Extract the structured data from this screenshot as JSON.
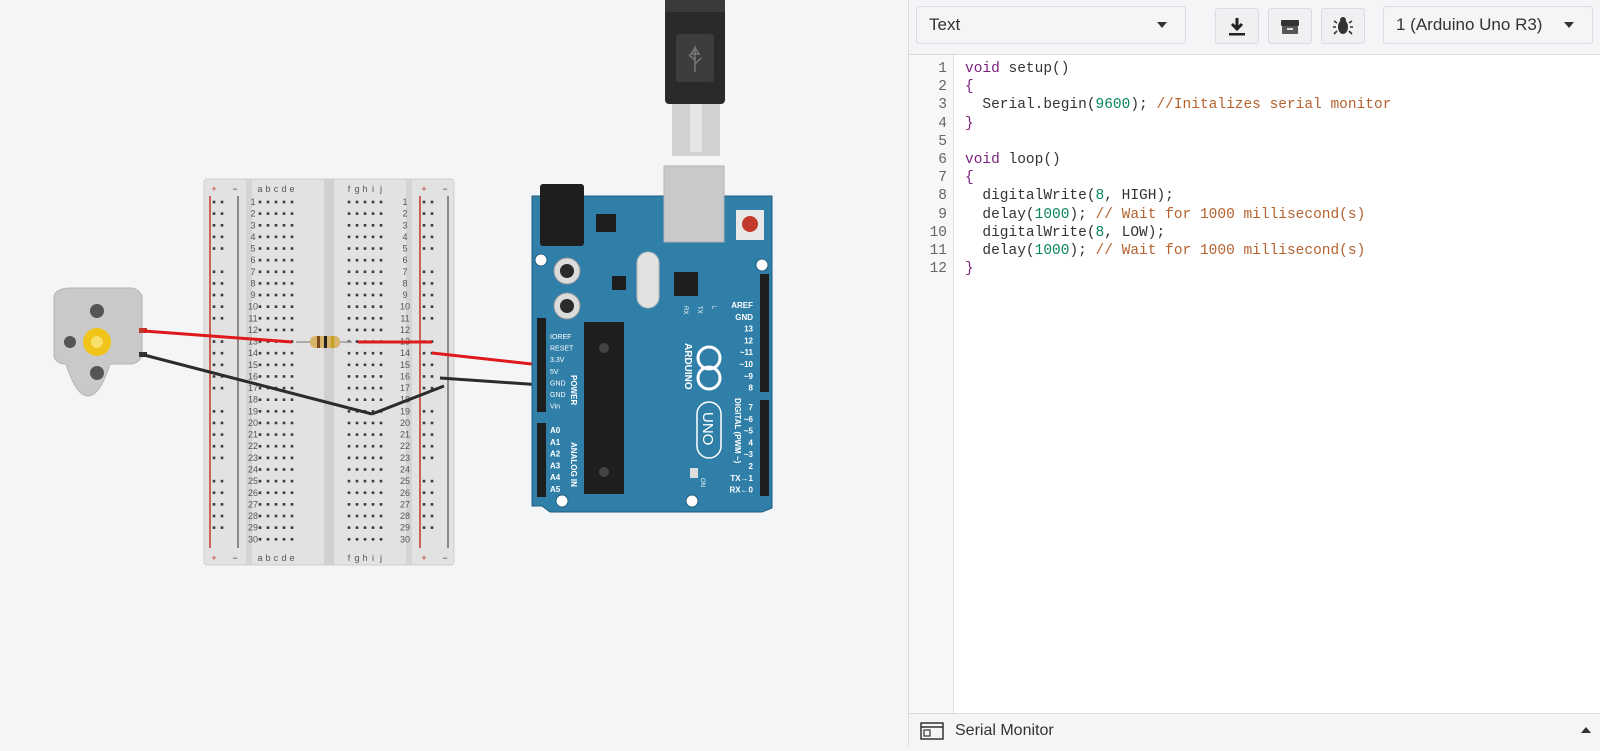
{
  "toolbar": {
    "mode_select": "Text",
    "download_icon": "download-icon",
    "libraries_icon": "library-icon",
    "debugger_icon": "bug-icon",
    "board_select": "1 (Arduino Uno R3)"
  },
  "code_lines": [
    {
      "n": "1",
      "tokens": [
        {
          "t": "void",
          "c": "kw"
        },
        {
          "t": " setup()",
          "c": ""
        }
      ]
    },
    {
      "n": "2",
      "tokens": [
        {
          "t": "{",
          "c": "kw"
        }
      ]
    },
    {
      "n": "3",
      "tokens": [
        {
          "t": "  Serial.begin(",
          "c": ""
        },
        {
          "t": "9600",
          "c": "num"
        },
        {
          "t": "); ",
          "c": ""
        },
        {
          "t": "//Initalizes serial monitor",
          "c": "cm"
        }
      ]
    },
    {
      "n": "4",
      "tokens": [
        {
          "t": "}",
          "c": "kw"
        }
      ]
    },
    {
      "n": "5",
      "tokens": []
    },
    {
      "n": "6",
      "tokens": [
        {
          "t": "void",
          "c": "kw"
        },
        {
          "t": " loop()",
          "c": ""
        }
      ]
    },
    {
      "n": "7",
      "tokens": [
        {
          "t": "{",
          "c": "kw"
        }
      ]
    },
    {
      "n": "8",
      "tokens": [
        {
          "t": "  digitalWrite(",
          "c": ""
        },
        {
          "t": "8",
          "c": "num"
        },
        {
          "t": ", HIGH);",
          "c": ""
        }
      ]
    },
    {
      "n": "9",
      "tokens": [
        {
          "t": "  delay(",
          "c": ""
        },
        {
          "t": "1000",
          "c": "num"
        },
        {
          "t": "); ",
          "c": ""
        },
        {
          "t": "// Wait for 1000 millisecond(s)",
          "c": "cm"
        }
      ]
    },
    {
      "n": "10",
      "tokens": [
        {
          "t": "  digitalWrite(",
          "c": ""
        },
        {
          "t": "8",
          "c": "num"
        },
        {
          "t": ", LOW);",
          "c": ""
        }
      ]
    },
    {
      "n": "11",
      "tokens": [
        {
          "t": "  delay(",
          "c": ""
        },
        {
          "t": "1000",
          "c": "num"
        },
        {
          "t": "); ",
          "c": ""
        },
        {
          "t": "// Wait for 1000 millisecond(s)",
          "c": "cm"
        }
      ]
    },
    {
      "n": "12",
      "tokens": [
        {
          "t": "}",
          "c": "kw"
        }
      ]
    }
  ],
  "serial_monitor": {
    "label": "Serial Monitor"
  },
  "breadboard": {
    "rail_plus": "+",
    "rail_minus": "−",
    "cols_left": [
      "a",
      "b",
      "c",
      "d",
      "e"
    ],
    "cols_right": [
      "f",
      "g",
      "h",
      "i",
      "j"
    ],
    "rows": [
      "1",
      "2",
      "3",
      "4",
      "5",
      "6",
      "7",
      "8",
      "9",
      "10",
      "11",
      "12",
      "13",
      "14",
      "15",
      "16",
      "17",
      "18",
      "19",
      "20",
      "21",
      "22",
      "23",
      "24",
      "25",
      "26",
      "27",
      "28",
      "29",
      "30"
    ]
  },
  "arduino": {
    "brand": "ARDUINO",
    "model": "UNO",
    "power_label": "POWER",
    "analog_label": "ANALOG IN",
    "digital_label": "DIGITAL (PWM ~)",
    "power_pins": [
      "IOREF",
      "RESET",
      "3.3V",
      "5V",
      "GND",
      "GND",
      "Vin"
    ],
    "analog_pins": [
      "A0",
      "A1",
      "A2",
      "A3",
      "A4",
      "A5"
    ],
    "digital_top": [
      "AREF",
      "GND",
      "13",
      "12",
      "~11",
      "~10",
      "~9",
      "8"
    ],
    "digital_bottom": [
      "7",
      "~6",
      "~5",
      "4",
      "~3",
      "2",
      "TX→1",
      "RX←0"
    ],
    "led_labels": [
      "RX",
      "TX",
      "L"
    ],
    "on_label": "ON"
  },
  "colors": {
    "wire_red": "#e0191c",
    "wire_black": "#2b2b2b",
    "board_blue": "#2f7fa8",
    "accent": "#7a1f7a"
  }
}
